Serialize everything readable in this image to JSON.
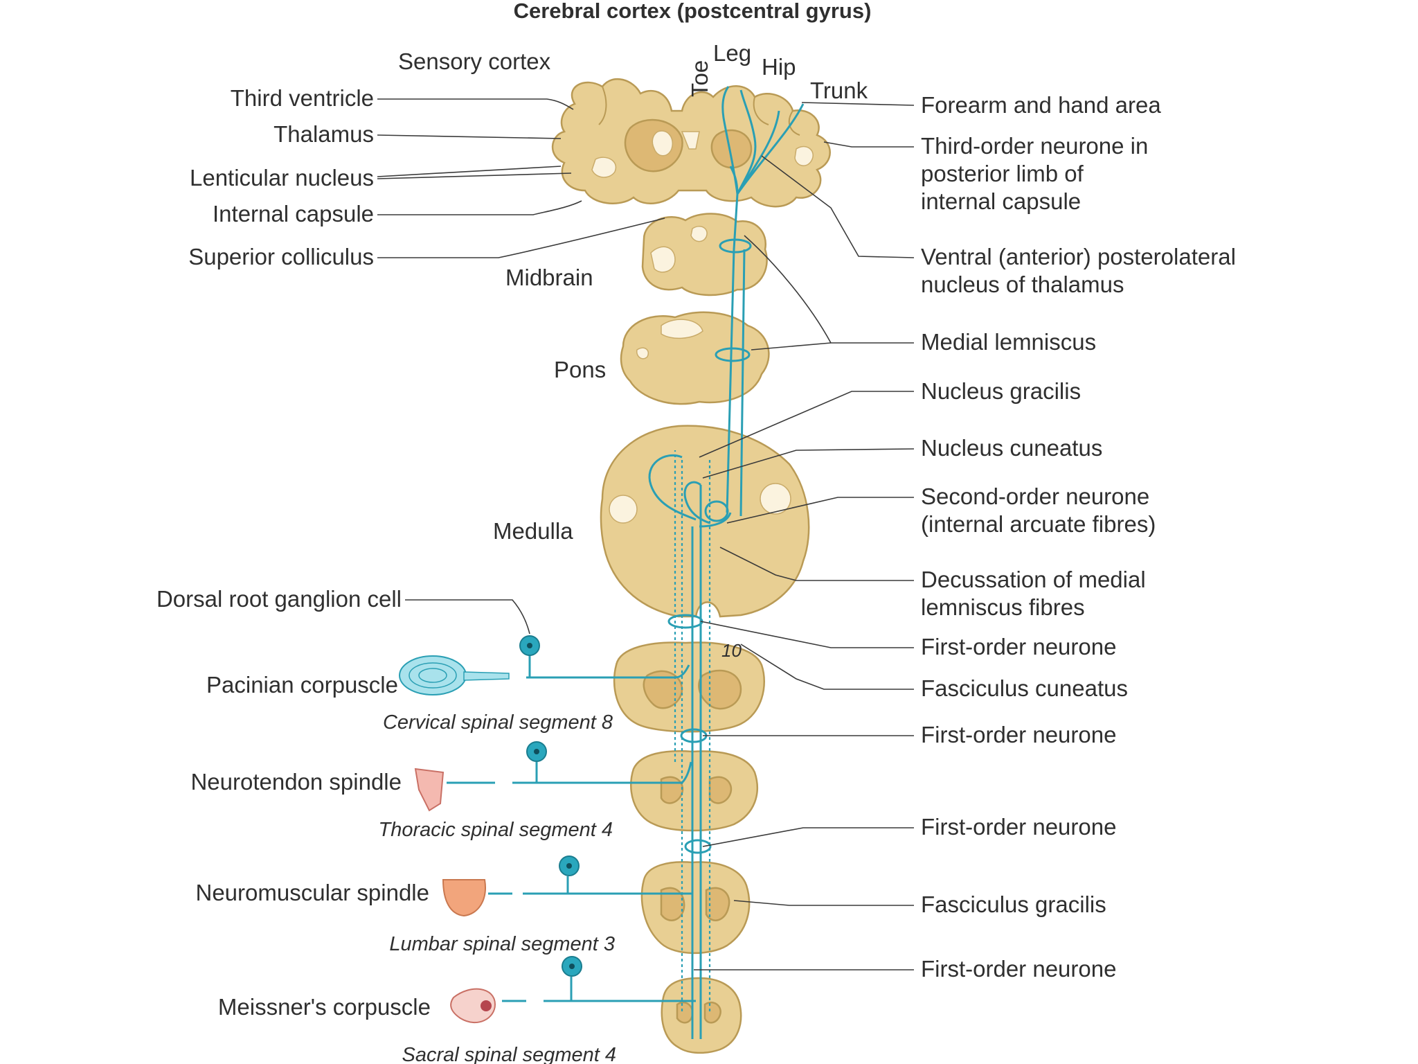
{
  "title": "Cerebral cortex (postcentral gyrus)",
  "cortex_regions": {
    "sensory_cortex": "Sensory cortex",
    "toe": "Toe",
    "leg": "Leg",
    "hip": "Hip",
    "trunk": "Trunk"
  },
  "left_labels": {
    "third_ventricle": "Third ventricle",
    "thalamus": "Thalamus",
    "lenticular_nucleus": "Lenticular nucleus",
    "internal_capsule": "Internal capsule",
    "superior_colliculus": "Superior colliculus",
    "dorsal_root_ganglion_cell": "Dorsal root ganglion cell",
    "pacinian_corpuscle": "Pacinian corpuscle",
    "neurotendon_spindle": "Neurotendon spindle",
    "neuromuscular_spindle": "Neuromuscular spindle",
    "meissners_corpuscle": "Meissner's corpuscle"
  },
  "structure_labels": {
    "midbrain": "Midbrain",
    "pons": "Pons",
    "medulla": "Medulla",
    "cervical_segment": "Cervical spinal segment 8",
    "thoracic_segment": "Thoracic spinal segment 4",
    "lumbar_segment": "Lumbar spinal segment 3",
    "sacral_segment": "Sacral spinal segment 4",
    "cord_marker": "10"
  },
  "right_labels": {
    "forearm_hand_area": "Forearm and hand area",
    "third_order_line1": "Third-order neurone in",
    "third_order_line2": "posterior limb of",
    "third_order_line3": "internal capsule",
    "vpl_line1": "Ventral (anterior) posterolateral",
    "vpl_line2": "nucleus of thalamus",
    "medial_lemniscus": "Medial lemniscus",
    "nucleus_gracilis": "Nucleus gracilis",
    "nucleus_cuneatus": "Nucleus cuneatus",
    "second_order_line1": "Second-order neurone",
    "second_order_line2": "(internal arcuate fibres)",
    "decussation_line1": "Decussation of medial",
    "decussation_line2": "lemniscus fibres",
    "first_order_1": "First-order neurone",
    "fasciculus_cuneatus": "Fasciculus cuneatus",
    "first_order_2": "First-order neurone",
    "first_order_3": "First-order neurone",
    "fasciculus_gracilis": "Fasciculus gracilis",
    "first_order_4": "First-order neurone"
  },
  "colors": {
    "tissue": "#e8cf93",
    "nerve": "#2a9fb4",
    "text": "#2f2f2f"
  }
}
